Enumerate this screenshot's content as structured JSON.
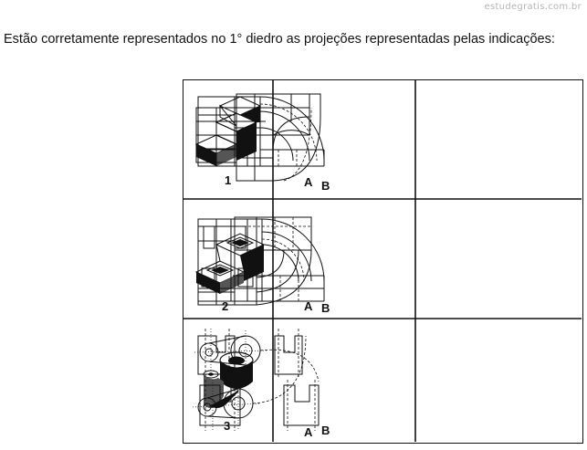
{
  "watermark": "estudegratis.com.br",
  "question": "Estão corretamente representados no 1° diedro as projeções representadas pelas indicações:",
  "rows": [
    {
      "number": "1",
      "option_a": "A",
      "option_b": "B"
    },
    {
      "number": "2",
      "option_a": "A",
      "option_b": "B"
    },
    {
      "number": "3",
      "option_a": "A",
      "option_b": "B"
    }
  ]
}
